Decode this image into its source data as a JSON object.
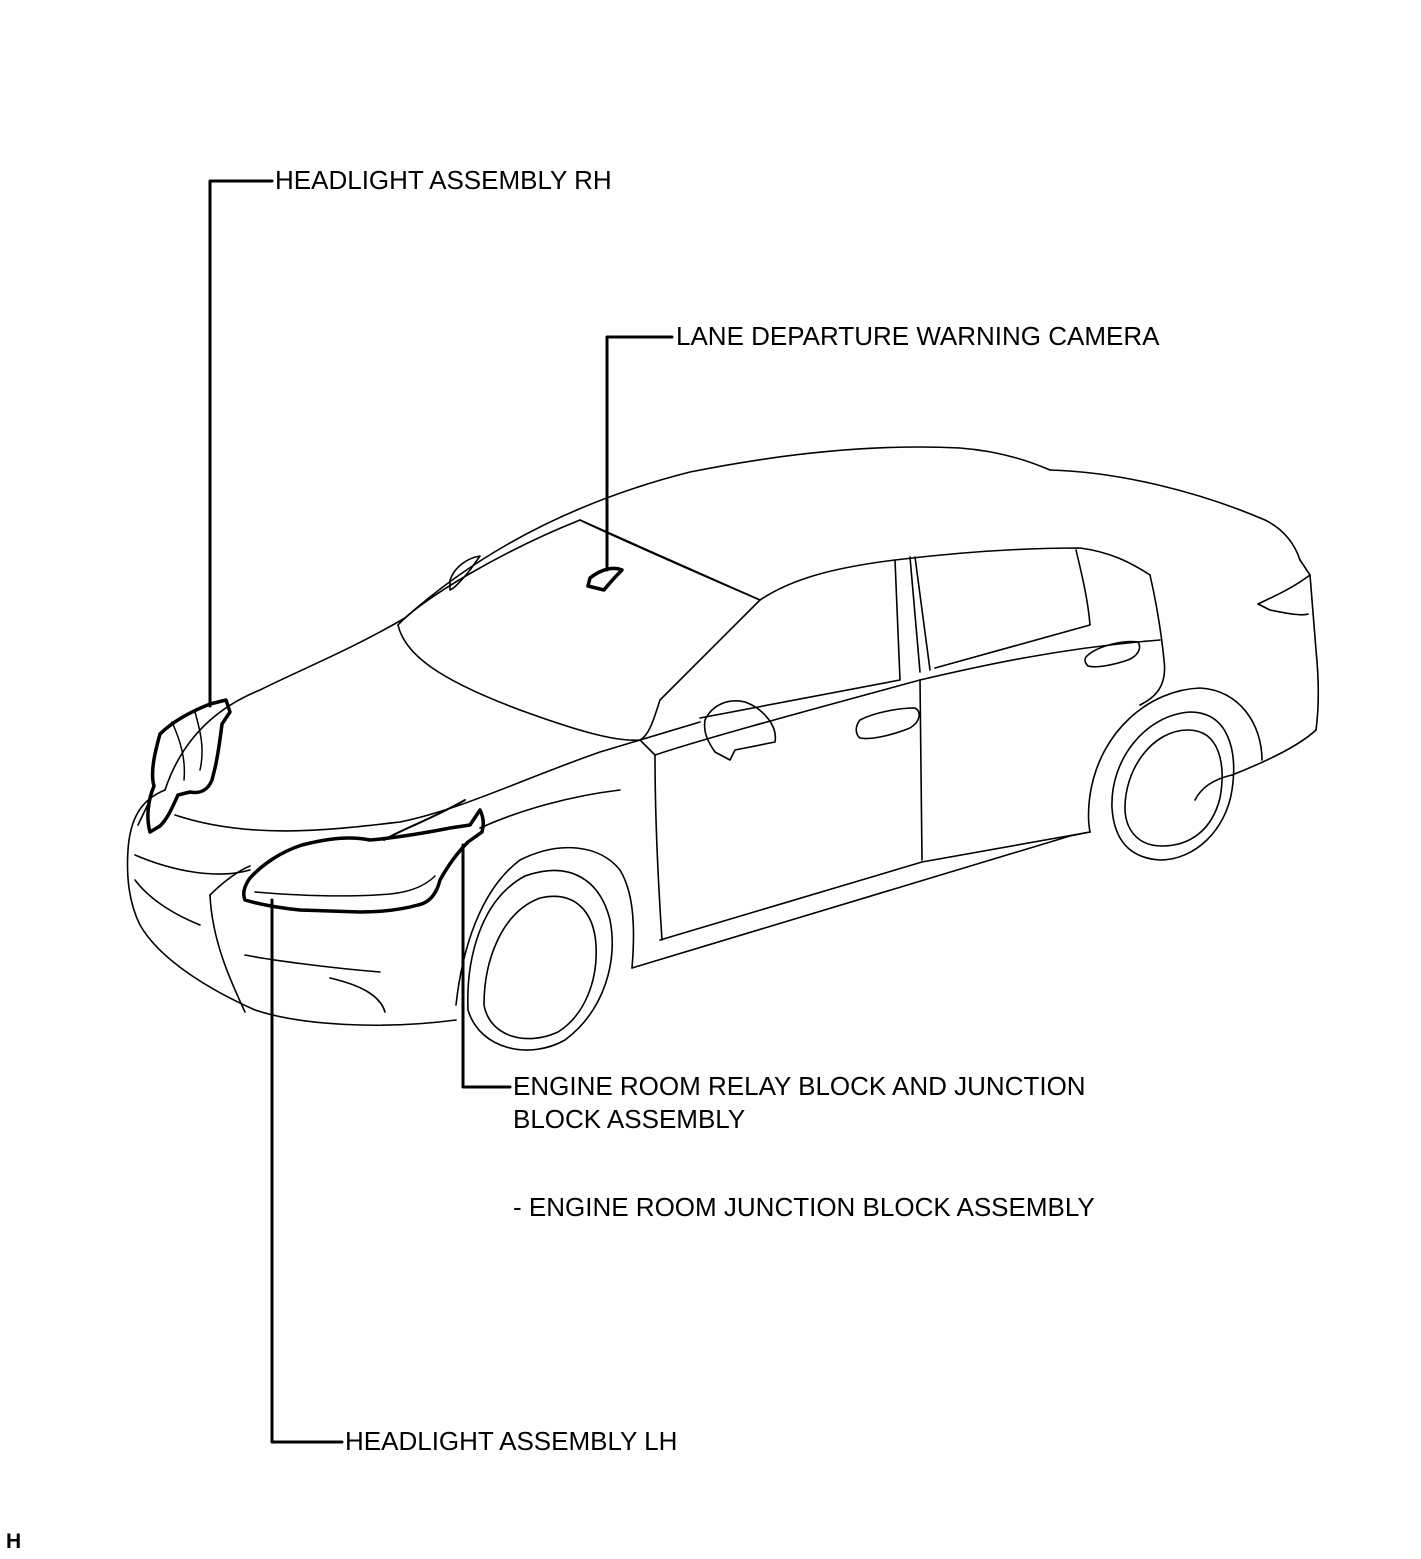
{
  "labels": {
    "headlight_rh": "HEADLIGHT ASSEMBLY RH",
    "lane_camera": "LANE DEPARTURE WARNING CAMERA",
    "engine_room_line1": "ENGINE ROOM RELAY BLOCK AND JUNCTION",
    "engine_room_line2": "BLOCK ASSEMBLY",
    "engine_room_sub": "- ENGINE ROOM JUNCTION BLOCK ASSEMBLY",
    "headlight_lh": "HEADLIGHT ASSEMBLY LH"
  },
  "figure_code": "H",
  "colors": {
    "line": "#000000",
    "background": "#ffffff"
  }
}
